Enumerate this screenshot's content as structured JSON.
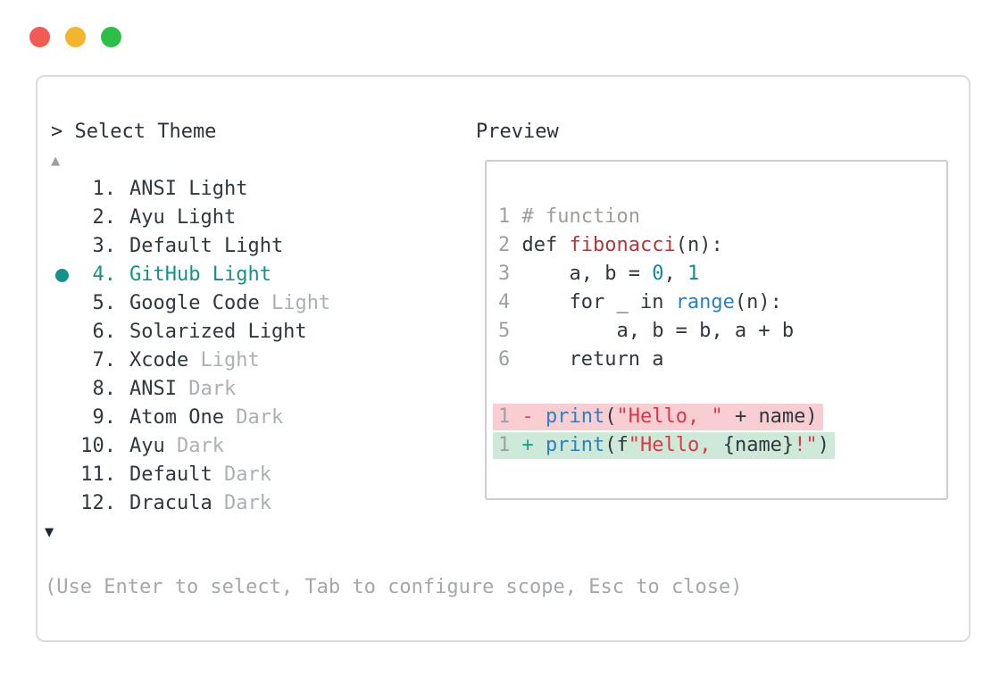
{
  "window_controls": {
    "buttons": [
      {
        "name": "close",
        "color": "#f05b53"
      },
      {
        "name": "minimize",
        "color": "#f2b52e"
      },
      {
        "name": "zoom",
        "color": "#2cc146"
      }
    ]
  },
  "palette": {
    "accent_teal": "#15918a",
    "text_dark": "#2f3740",
    "muted_gray": "#aab0b4",
    "hint_gray": "#a3a8ac",
    "line_number_gray": "#9ba1a6",
    "comment": "#99a194",
    "function_red": "#b0383b",
    "string_red": "#d63a4a",
    "builtin_blue": "#2b80c2",
    "number_teal": "#118a97",
    "diff_add_bg": "#cfe9d9",
    "diff_del_bg": "#f8ced3",
    "window_border": "#d9dbdd"
  },
  "left": {
    "title": "> Select Theme",
    "scroll_up_icon": "▲",
    "scroll_down_icon": "▼",
    "items": [
      {
        "num": "1.",
        "name": "ANSI Light",
        "suffix": "",
        "selected": false
      },
      {
        "num": "2.",
        "name": "Ayu Light",
        "suffix": "",
        "selected": false
      },
      {
        "num": "3.",
        "name": "Default Light",
        "suffix": "",
        "selected": false
      },
      {
        "num": "4.",
        "name": "GitHub Light",
        "suffix": "",
        "selected": true
      },
      {
        "num": "5.",
        "name": "Google Code",
        "suffix": "Light",
        "selected": false
      },
      {
        "num": "6.",
        "name": "Solarized Light",
        "suffix": "",
        "selected": false
      },
      {
        "num": "7.",
        "name": "Xcode",
        "suffix": "Light",
        "selected": false
      },
      {
        "num": "8.",
        "name": "ANSI",
        "suffix": "Dark",
        "selected": false
      },
      {
        "num": "9.",
        "name": "Atom One",
        "suffix": "Dark",
        "selected": false
      },
      {
        "num": "10.",
        "name": "Ayu",
        "suffix": "Dark",
        "selected": false
      },
      {
        "num": "11.",
        "name": "Default",
        "suffix": "Dark",
        "selected": false
      },
      {
        "num": "12.",
        "name": "Dracula",
        "suffix": "Dark",
        "selected": false
      }
    ],
    "hint": "(Use Enter to select, Tab to configure scope, Esc to close)"
  },
  "preview": {
    "label": "Preview",
    "code_lines": [
      {
        "bg": null,
        "segs": [
          [
            "ln",
            "1 "
          ],
          [
            "comment",
            "# function"
          ]
        ]
      },
      {
        "bg": null,
        "segs": [
          [
            "ln",
            "2 "
          ],
          [
            "txt",
            "def "
          ],
          [
            "func",
            "fibonacci"
          ],
          [
            "txt",
            "(n):"
          ]
        ]
      },
      {
        "bg": null,
        "segs": [
          [
            "ln",
            "3 "
          ],
          [
            "txt",
            "    a, b = "
          ],
          [
            "num",
            "0"
          ],
          [
            "txt",
            ", "
          ],
          [
            "num",
            "1"
          ]
        ]
      },
      {
        "bg": null,
        "segs": [
          [
            "ln",
            "4 "
          ],
          [
            "txt",
            "    for _ in "
          ],
          [
            "blue",
            "range"
          ],
          [
            "txt",
            "(n):"
          ]
        ]
      },
      {
        "bg": null,
        "segs": [
          [
            "ln",
            "5 "
          ],
          [
            "txt",
            "        a, b = b, a + b"
          ]
        ]
      },
      {
        "bg": null,
        "segs": [
          [
            "ln",
            "6 "
          ],
          [
            "txt",
            "    return a"
          ]
        ]
      },
      {
        "bg": null,
        "segs": []
      },
      {
        "bg": "red",
        "segs": [
          [
            "ln",
            "1 "
          ],
          [
            "minus",
            "- "
          ],
          [
            "blue",
            "print"
          ],
          [
            "txt",
            "("
          ],
          [
            "str",
            "\"Hello, \""
          ],
          [
            "txt",
            " + name)"
          ]
        ]
      },
      {
        "bg": "green",
        "segs": [
          [
            "ln",
            "1 "
          ],
          [
            "plus",
            "+ "
          ],
          [
            "blue",
            "print"
          ],
          [
            "txt",
            "(f"
          ],
          [
            "str",
            "\"Hello, "
          ],
          [
            "txt",
            "{name}"
          ],
          [
            "str",
            "!\""
          ],
          [
            "txt",
            ")"
          ]
        ]
      }
    ]
  }
}
